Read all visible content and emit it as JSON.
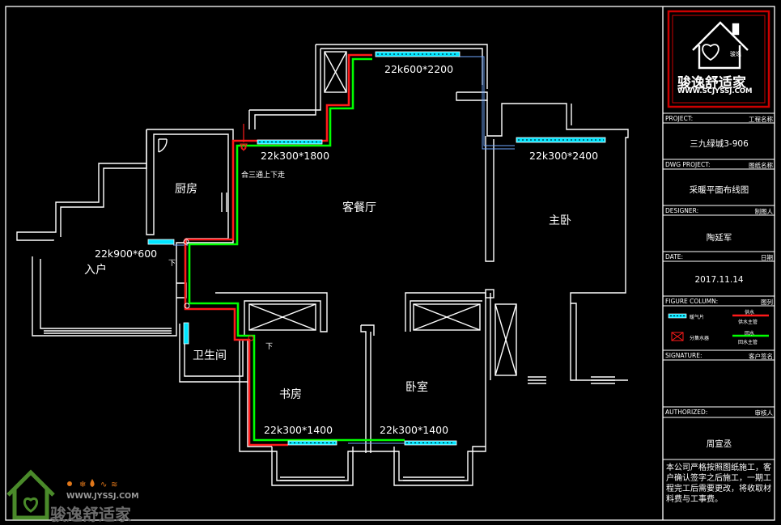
{
  "rooms": {
    "kitchen": "厨房",
    "living_dining": "客餐厅",
    "master_bedroom": "主卧",
    "entrance": "入户",
    "bathroom": "卫生间",
    "study": "书房",
    "bedroom": "卧室"
  },
  "radiators": {
    "r1": "22k600*2200",
    "r2": "22k300*1800",
    "r3": "22k300*2400",
    "r4": "22k900*600",
    "r5": "22k300*1400",
    "r6": "22k300*1400"
  },
  "annotations": {
    "tee_note": "合三通上下走",
    "down_1": "下",
    "down_2": "下"
  },
  "title_block": {
    "logo_name": "骏逸舒适家",
    "logo_url": "WWW.SCJYSSJ.COM",
    "logo_small": "骏逸",
    "project_label": "PROJECT:",
    "project_label_cn": "工程名称",
    "project_value": "三九绿城3-906",
    "dwg_label": "DWG PROJECT:",
    "dwg_label_cn": "图纸名称",
    "dwg_value": "采暖平面布线图",
    "designer_label": "DESIGNER:",
    "designer_label_cn": "制图人",
    "designer_value": "陶延军",
    "date_label": "DATE:",
    "date_label_cn": "日期",
    "date_value": "2017.11.14",
    "figure_label": "FIGURE COLUMN:",
    "figure_label_cn": "图列",
    "legend": {
      "radiator": "暖气片",
      "supply": "供水主管",
      "collector": "分集水器",
      "return": "回水主管",
      "supply_tag": "供水",
      "return_tag": "回水"
    },
    "signature_label": "SIGNATURE:",
    "signature_label_cn": "客户签名",
    "authorized_label": "AUTHORIZED:",
    "authorized_label_cn": "审核人",
    "authorized_value": "周宣丞",
    "footnote": "本公司严格按照图纸施工，客户确认签字之后施工，一期工程完工后需要更改，将收取材料费与工事费。"
  },
  "watermark": {
    "url": "WWW.JYSSJ.COM",
    "name": "骏逸舒适家"
  },
  "colors": {
    "background": "#000000",
    "wall": "#ffffff",
    "supply_pipe": "#ff1a1a",
    "return_pipe": "#00ff00",
    "radiator": "#00e5ff",
    "thin_line": "#6fa8ff",
    "frame": "#ffffff",
    "logo_red": "#cc0000"
  }
}
